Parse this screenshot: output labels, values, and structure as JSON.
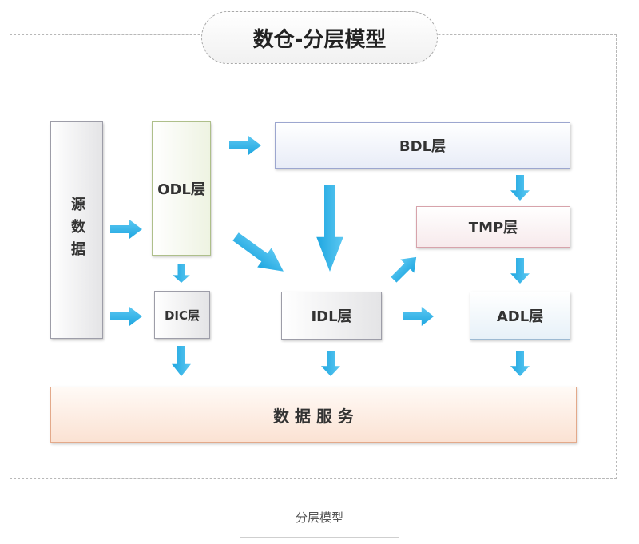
{
  "title": "数仓-分层模型",
  "boxes": {
    "source": "源数据",
    "odl": "ODL层",
    "dic": "DIC层",
    "bdl": "BDL层",
    "tmp": "TMP层",
    "idl": "IDL层",
    "adl": "ADL层",
    "service": "数 据 服 务"
  },
  "caption": "分层模型",
  "colors": {
    "arrow": "#29b4ea",
    "frame_border": "#b8b8b8"
  }
}
